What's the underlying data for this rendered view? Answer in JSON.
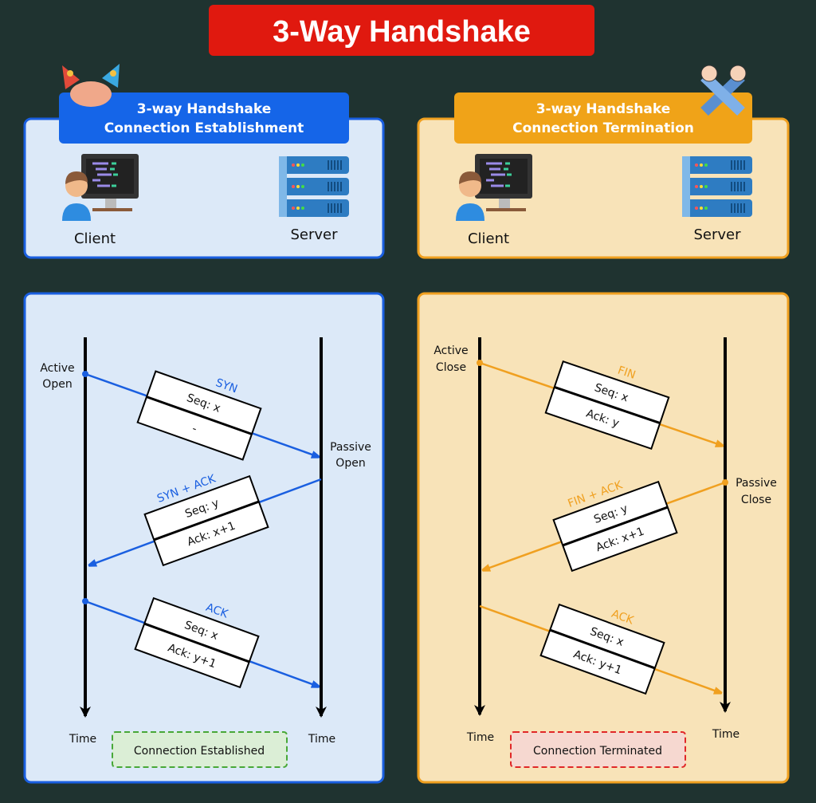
{
  "title": "3-Way Handshake",
  "colors": {
    "background": "#1f3330",
    "title_red": "#e0190f",
    "blue": "#1a5fe0",
    "orange": "#f0a020",
    "blue_panel": "#dce9f8",
    "orange_panel": "#f8e3b8"
  },
  "establishment": {
    "header_line1": "3-way Handshake",
    "header_line2": "Connection Establishment",
    "client": "Client",
    "server": "Server",
    "client_state": [
      "Active",
      "Open"
    ],
    "server_state": [
      "Passive",
      "Open"
    ],
    "messages": [
      {
        "name": "SYN",
        "seq": "Seq: x",
        "ack": "-"
      },
      {
        "name": "SYN + ACK",
        "seq": "Seq: y",
        "ack": "Ack: x+1"
      },
      {
        "name": "ACK",
        "seq": "Seq: x",
        "ack": "Ack: y+1"
      }
    ],
    "time_left": "Time",
    "time_right": "Time",
    "status": "Connection Established"
  },
  "termination": {
    "header_line1": "3-way Handshake",
    "header_line2": "Connection Termination",
    "client": "Client",
    "server": "Server",
    "client_state": [
      "Active",
      "Close"
    ],
    "server_state": [
      "Passive",
      "Close"
    ],
    "messages": [
      {
        "name": "FIN",
        "seq": "Seq: x",
        "ack": "Ack: y"
      },
      {
        "name": "FIN + ACK",
        "seq": "Seq: y",
        "ack": "Ack: x+1"
      },
      {
        "name": "ACK",
        "seq": "Seq: x",
        "ack": "Ack: y+1"
      }
    ],
    "time_left": "Time",
    "time_right": "Time",
    "status": "Connection Terminated"
  }
}
